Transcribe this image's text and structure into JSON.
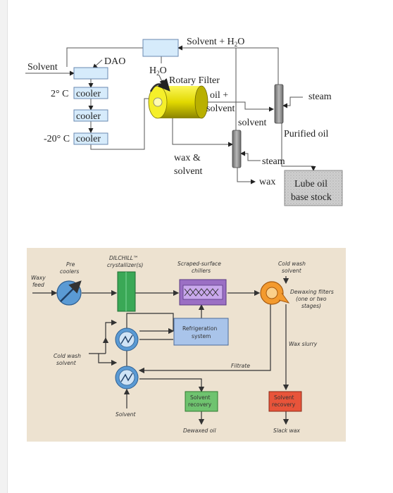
{
  "top_diagram": {
    "solvent_h2o": "Solvent + H",
    "solvent_h2o_sub": "2",
    "solvent_h2o_end": "O",
    "solvent": "Solvent",
    "dao": "DAO",
    "h2o": "H",
    "h2o_sub": "2",
    "h2o_end": "O",
    "rotary_filter": "Rotary Filter",
    "temp_top": "2° C",
    "temp_bottom": "-20° C",
    "cooler_1": "cooler",
    "cooler_2": "cooler",
    "cooler_3": "cooler",
    "oil_plus": "oil +",
    "oil_solvent": "solvent",
    "solvent_out": "solvent",
    "steam_1": "steam",
    "purified_oil": "Purified oil",
    "wax_and": "wax &",
    "wax_solvent": "solvent",
    "steam_2": "steam",
    "wax": "wax",
    "lube_1": "Lube oil",
    "lube_2": "base stock"
  },
  "bottom_diagram": {
    "dilchill_1": "DILCHILL™",
    "dilchill_2": "crystallizer(s)",
    "pre_1": "Pre",
    "pre_2": "coolers",
    "scraped_1": "Scraped-surface",
    "scraped_2": "chillers",
    "cold_wash_top_1": "Cold wash",
    "cold_wash_top_2": "solvent",
    "waxy_1": "Waxy",
    "waxy_2": "feed",
    "dewaxing_1": "Dewaxing filters",
    "dewaxing_2": "(one or two",
    "dewaxing_3": "stages)",
    "refrig_1": "Refrigeration",
    "refrig_2": "system",
    "wax_slurry": "Wax slurry",
    "cold_wash_left_1": "Cold wash",
    "cold_wash_left_2": "solvent",
    "filtrate": "Filtrate",
    "solvent_rec_1a": "Solvent",
    "solvent_rec_1b": "recovery",
    "solvent_rec_2a": "Solvent",
    "solvent_rec_2b": "recovery",
    "solvent_bottom": "Solvent",
    "dewaxed_oil": "Dewaxed oil",
    "slack_wax": "Slack wax"
  },
  "colors": {
    "cooler_fill": "#d6ebfb",
    "filter_yellow": "#e8e000",
    "column_grey": "#8a8a8a",
    "lube_box": "#c8c8c8",
    "panel_bg": "#ede2d0",
    "crystallizer_green": "#3aa856",
    "chiller_purple": "#9b6fc4",
    "refrig_blue": "#a9c4ea",
    "filter_orange": "#f39a2e",
    "recovery_green": "#6fc36f",
    "recovery_red": "#e8543a",
    "exchanger_blue": "#5a9ad4"
  }
}
